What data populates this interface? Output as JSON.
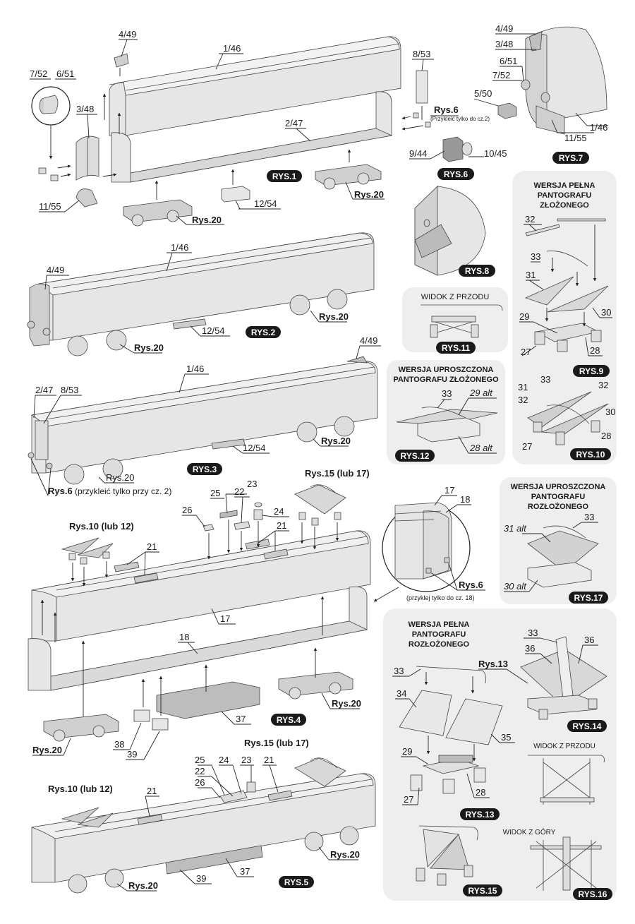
{
  "labels": {
    "p_4_49_a": "4/49",
    "p_1_46_a": "1/46",
    "p_8_53_a": "8/53",
    "p_4_49_r7": "4/49",
    "p_3_48_r7": "3/48",
    "p_6_51_r7": "6/51",
    "p_7_52_r7": "7/52",
    "p_5_50_r7": "5/50",
    "p_11_55_r7": "11/55",
    "p_1_46_r7": "1/46",
    "p_7_52_a": "7/52",
    "p_6_51_a": "6/51",
    "p_3_48_a": "3/48",
    "p_2_47_a": "2/47",
    "p_11_55_a": "11/55",
    "p_12_54_a": "12/54",
    "rys6_ref_a": "Rys.6",
    "rys6_note_a": "(Przykleić tylko do cz.2)",
    "rys20_1a": "Rys.20",
    "rys20_1b": "Rys.20",
    "p_9_44": "9/44",
    "p_10_45": "10/45",
    "p_1_46_b": "1/46",
    "p_4_49_b": "4/49",
    "p_12_54_b": "12/54",
    "rys20_2a": "Rys.20",
    "rys20_2b": "Rys.20",
    "p_4_49_c": "4/49",
    "p_1_46_c": "1/46",
    "p_2_47_c": "2/47",
    "p_8_53_c": "8/53",
    "p_12_54_c": "12/54",
    "rys20_3a": "Rys.20",
    "rys20_3b": "Rys.20",
    "rys6_ref_c": "Rys.6",
    "rys6_note_c": "(przykleić tylko przy cz. 2)",
    "widok_przodu_11": "WIDOK Z PRZODU",
    "r12_33": "33",
    "r12_29alt": "29 alt",
    "r12_28alt": "28 alt",
    "r9_32": "32",
    "r9_33": "33",
    "r9_31": "31",
    "r9_30": "30",
    "r9_29": "29",
    "r9_27": "27",
    "r9_28": "28",
    "r10_31": "31",
    "r10_33": "33",
    "r10_32a": "32",
    "r10_32b": "32",
    "r10_30": "30",
    "r10_27": "27",
    "r10_28": "28",
    "r4_rys15": "Rys.15 (lub 17)",
    "r4_rys10": "Rys.10 (lub 12)",
    "r4_25": "25",
    "r4_22": "22",
    "r4_23": "23",
    "r4_24": "24",
    "r4_26": "26",
    "r4_21a": "21",
    "r4_21b": "21",
    "r4_17": "17",
    "r4_18": "18",
    "r4_37": "37",
    "r4_38": "38",
    "r4_39": "39",
    "r4_rys20a": "Rys.20",
    "r4_rys20b": "Rys.20",
    "circ_17": "17",
    "circ_18": "18",
    "circ_rys6": "Rys.6",
    "circ_note": "(przyklej tylko do cz. 18)",
    "r17_33": "33",
    "r17_31alt": "31 alt",
    "r17_30alt": "30 alt",
    "r13_33a": "33",
    "r13_34": "34",
    "r13_35": "35",
    "r13_29": "29",
    "r13_27": "27",
    "r13_28": "28",
    "r14_rys13": "Rys.13",
    "r14_33": "33",
    "r14_36a": "36",
    "r14_36b": "36",
    "widok_przodu_14": "WIDOK Z PRZODU",
    "widok_gory_16": "WIDOK Z GÓRY",
    "r5_rys15": "Rys.15 (lub 17)",
    "r5_rys10": "Rys.10 (lub 12)",
    "r5_25": "25",
    "r5_22": "22",
    "r5_24": "24",
    "r5_23": "23",
    "r5_21a": "21",
    "r5_21b": "21",
    "r5_26": "26",
    "r5_37": "37",
    "r5_39": "39",
    "r5_rys20a": "Rys.20",
    "r5_rys20b": "Rys.20"
  },
  "headings": {
    "r9_line1": "WERSJA PEŁNA",
    "r9_line2": "PANTOGRAFU",
    "r9_line3": "ZŁOŻONEGO",
    "r12_line1": "WERSJA UPROSZCZONA",
    "r12_line2": "PANTOGRAFU ZŁOŻONEGO",
    "r17_line1": "WERSJA UPROSZCZONA",
    "r17_line2": "PANTOGRAFU",
    "r17_line3": "ROZŁOŻONEGO",
    "r13_line1": "WERSJA PEŁNA",
    "r13_line2": "PANTOGRAFU",
    "r13_line3": "ROZŁOŻONEGO"
  },
  "figure_tags": {
    "rys1": "RYS.1",
    "rys2": "RYS.2",
    "rys3": "RYS.3",
    "rys4": "RYS.4",
    "rys5": "RYS.5",
    "rys6": "RYS.6",
    "rys7": "RYS.7",
    "rys8": "RYS.8",
    "rys9": "RYS.9",
    "rys10": "RYS.10",
    "rys11": "RYS.11",
    "rys12": "RYS.12",
    "rys13": "RYS.13",
    "rys14": "RYS.14",
    "rys15": "RYS.15",
    "rys16": "RYS.16",
    "rys17": "RYS.17"
  },
  "colors": {
    "part_fill": "#e6e6e6",
    "part_dark": "#c8c8c8",
    "part_light": "#f2f2f2",
    "panel_bg": "#eeeeee",
    "tag_bg": "#1a1a1a",
    "tag_text": "#ffffff",
    "line": "#222222"
  }
}
